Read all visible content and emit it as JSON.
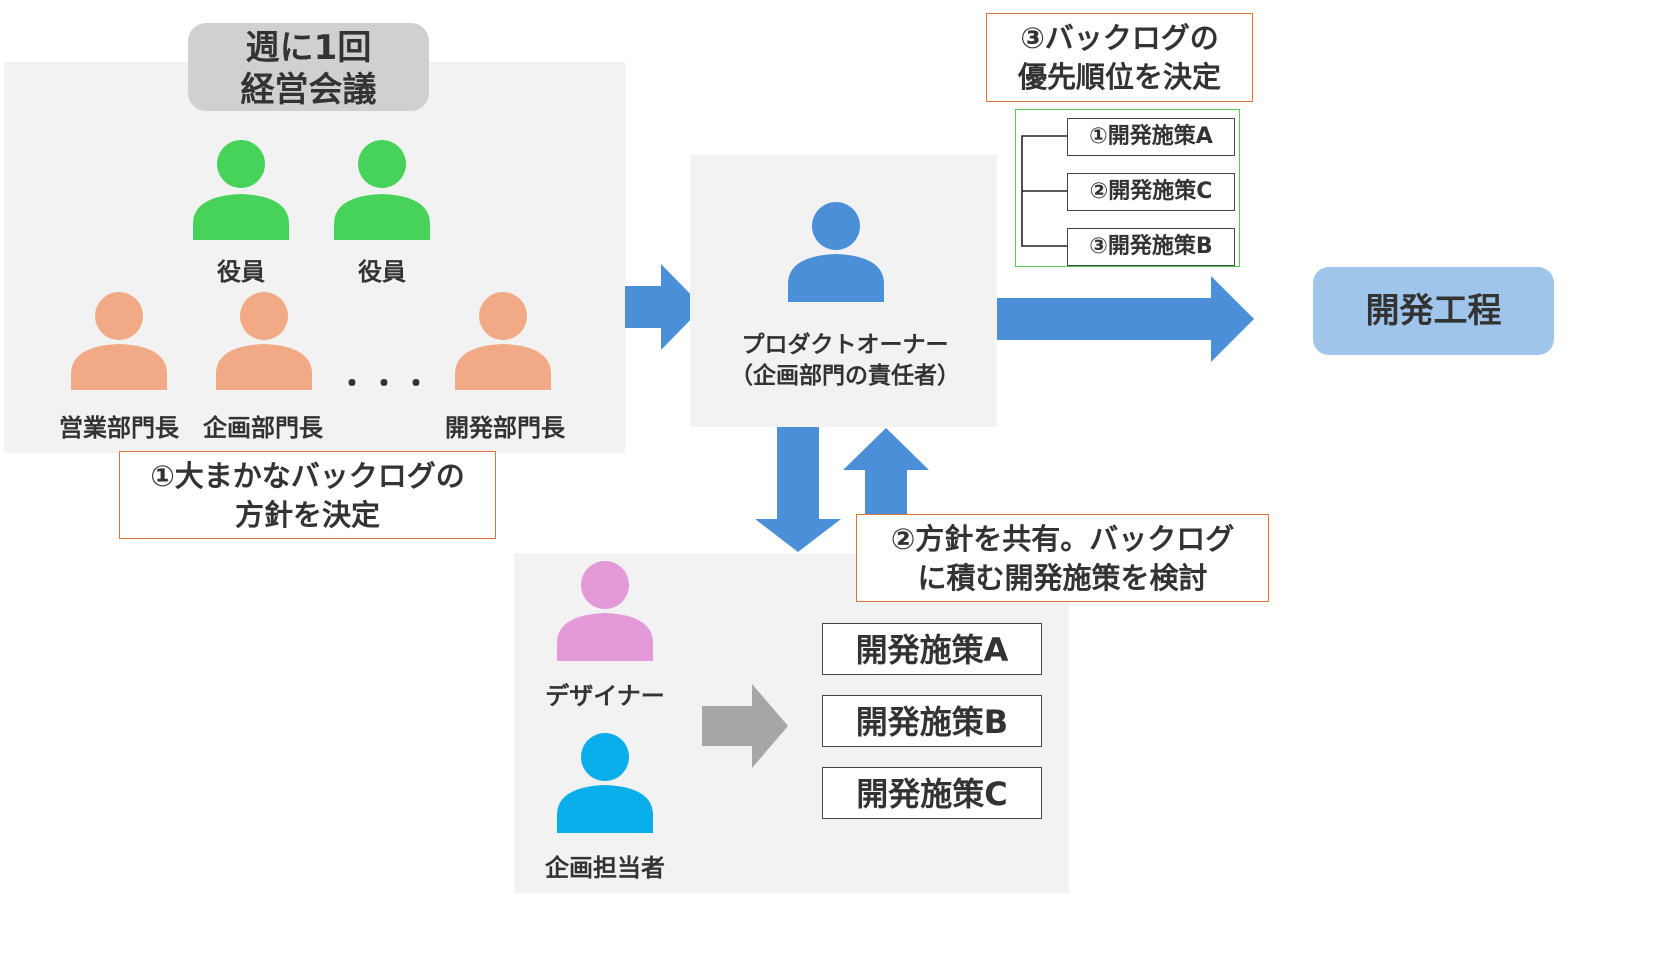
{
  "meeting": {
    "title_line1": "週に1回",
    "title_line2": "経営会議",
    "members": [
      {
        "label": "役員",
        "role": "executive",
        "icon": "person-icon",
        "color": "#47d35a"
      },
      {
        "label": "役員",
        "role": "executive",
        "icon": "person-icon",
        "color": "#47d35a"
      },
      {
        "label": "営業部門長",
        "role": "dept-head",
        "icon": "person-icon",
        "color": "#f2aa86"
      },
      {
        "label": "企画部門長",
        "role": "dept-head",
        "icon": "person-icon",
        "color": "#f2aa86"
      },
      {
        "label": "開発部門長",
        "role": "dept-head",
        "icon": "person-icon",
        "color": "#f2aa86"
      }
    ],
    "ellipsis": "・・・"
  },
  "step1": {
    "line1": "①大まかなバックログの",
    "line2": "方針を決定"
  },
  "product_owner": {
    "line1": "プロダクトオーナー",
    "line2": "（企画部門の責任者）",
    "icon": "person-icon",
    "color": "#4a8fd8"
  },
  "step2": {
    "line1": "②方針を共有。バックログ",
    "line2": "に積む開発施策を検討"
  },
  "step3": {
    "line1": "③バックログの",
    "line2": "優先順位を決定"
  },
  "priority_list": [
    "①開発施策A",
    "②開発施策C",
    "③開発施策B"
  ],
  "dev_process": {
    "label": "開発工程"
  },
  "team": {
    "members": [
      {
        "label": "デザイナー",
        "icon": "person-icon",
        "color": "#e49ad8"
      },
      {
        "label": "企画担当者",
        "icon": "person-icon",
        "color": "#0aaeea"
      }
    ],
    "tasks": [
      "開発施策A",
      "開発施策B",
      "開発施策C"
    ]
  },
  "colors": {
    "panel": "#f2f2f2",
    "arrow_blue": "#4a8fd8",
    "arrow_gray": "#a6a6a6",
    "callout_border": "#e2743a",
    "list_border": "#4ecf52",
    "dev_box": "#9fc6ea"
  }
}
